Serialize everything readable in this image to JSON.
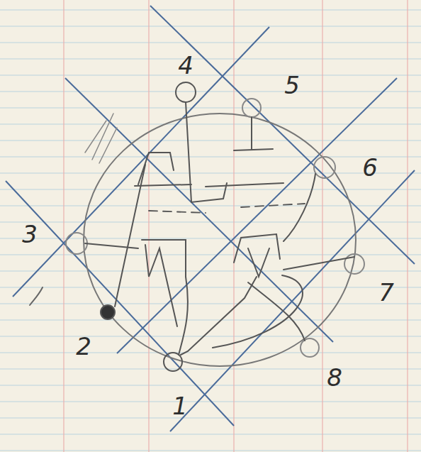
{
  "diagram": {
    "labels": [
      "4",
      "5",
      "6",
      "3",
      "7",
      "2",
      "8",
      "1"
    ]
  }
}
